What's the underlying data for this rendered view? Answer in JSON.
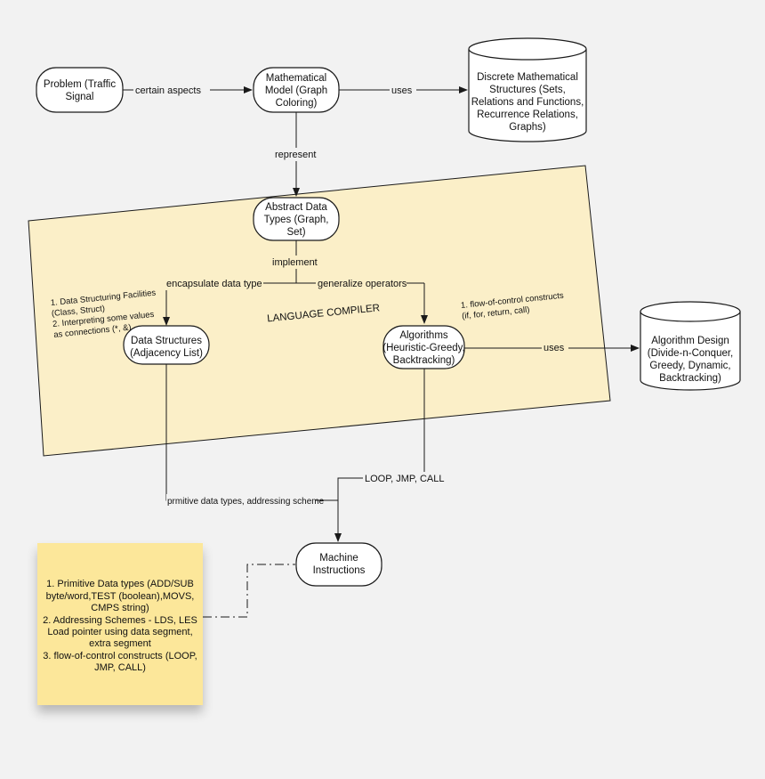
{
  "diagram": {
    "region": {
      "label": "LANGUAGE COMPILER"
    },
    "nodes": {
      "problem": {
        "lines": [
          "Problem (Traffic",
          "Signal"
        ]
      },
      "math_model": {
        "lines": [
          "Mathematical",
          "Model (Graph",
          "Coloring)"
        ]
      },
      "discrete_structures": {
        "lines": [
          "Discrete Mathematical",
          "Structures (Sets,",
          "Relations and Functions,",
          "Recurrence Relations,",
          "Graphs)"
        ]
      },
      "adt": {
        "lines": [
          "Abstract Data",
          "Types (Graph,",
          "Set)"
        ]
      },
      "data_structures": {
        "lines": [
          "Data Structures",
          "(Adjacency List)"
        ]
      },
      "algorithms": {
        "lines": [
          "Algorithms",
          "(Heuristic-Greedy,",
          "Backtracking)"
        ]
      },
      "algorithm_design": {
        "lines": [
          "Algorithm Design",
          "(Divide-n-Conquer,",
          "Greedy, Dynamic,",
          "Backtracking)"
        ]
      },
      "machine_instructions": {
        "lines": [
          "Machine",
          "Instructions"
        ]
      }
    },
    "edge_labels": {
      "certain_aspects": "certain aspects",
      "uses_top": "uses",
      "represent": "represent",
      "implement": "implement",
      "encapsulate": "encapsulate data type",
      "generalize": "generalize operators",
      "uses_right": "uses",
      "loop_jmp_call": "LOOP, JMP, CALL",
      "primitive": "prmitive data types, addressing scheme"
    },
    "notes": {
      "data_structuring": [
        "1. Data Structuring Facilities",
        "(Class, Struct)",
        "2. Interpreting some values",
        "as connections (*, &)"
      ],
      "flow_control": [
        "1. flow-of-control constructs",
        "(if, for, return, call)"
      ]
    },
    "sticky": {
      "lines": [
        "1. Primitive Data types (ADD/SUB",
        "byte/word,TEST (boolean),MOVS,",
        "CMPS string)",
        "2. Addressing Schemes - LDS, LES",
        "Load pointer using data segment,",
        "extra segment",
        "3. flow-of-control constructs (LOOP,",
        "JMP, CALL)"
      ]
    },
    "colors": {
      "background": "#f2f2f2",
      "region_fill": "#fbefc8",
      "sticky_fill": "#fce79a",
      "stroke": "#1a1a1a",
      "node_fill": "#ffffff"
    }
  }
}
